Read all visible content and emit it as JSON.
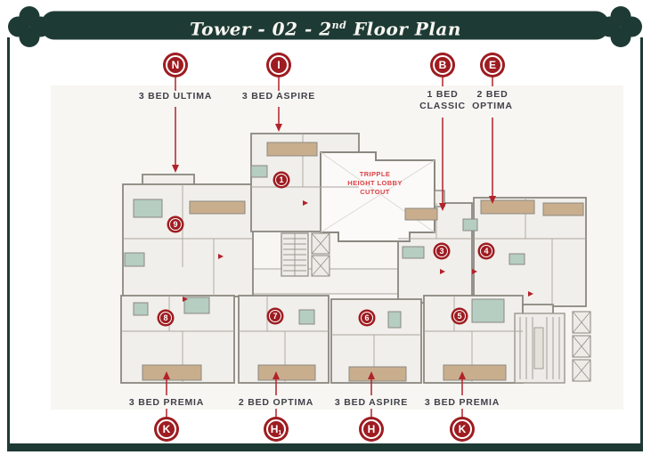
{
  "title": {
    "part1": "Tower - 02 - 2",
    "sup": "nd",
    "part2": " Floor Plan"
  },
  "colors": {
    "frame_teal": "#1e3a35",
    "badge_red": "#9e1c21",
    "arrow_red": "#b2222a",
    "label_text": "#404049",
    "lobby_text_red": "#dd4149",
    "balcony_tan": "#c9ae8e",
    "bath_teal": "#b6cdc2"
  },
  "callouts": {
    "top": [
      {
        "badge": "N",
        "line1": "3 BED ULTIMA",
        "line2": ""
      },
      {
        "badge": "I",
        "line1": "3 BED ASPIRE",
        "line2": ""
      },
      {
        "badge": "B",
        "line1": "1 BED",
        "line2": "CLASSIC"
      },
      {
        "badge": "E",
        "line1": "2 BED",
        "line2": "OPTIMA"
      }
    ],
    "bottom": [
      {
        "badge": "K",
        "badge_sub": "",
        "label": "3 BED PREMIA"
      },
      {
        "badge": "H",
        "badge_sub": "1",
        "label": "2 BED OPTIMA"
      },
      {
        "badge": "H",
        "badge_sub": "",
        "label": "3 BED ASPIRE"
      },
      {
        "badge": "K",
        "badge_sub": "",
        "label": "3 BED PREMIA"
      }
    ]
  },
  "plan": {
    "lobby": {
      "line1": "TRIPPLE",
      "line2": "HEIGHT LOBBY",
      "line3": "CUTOUT"
    },
    "units": [
      {
        "num": "9"
      },
      {
        "num": "1"
      },
      {
        "num": "3"
      },
      {
        "num": "4"
      },
      {
        "num": "8"
      },
      {
        "num": "7"
      },
      {
        "num": "6"
      },
      {
        "num": "5"
      }
    ]
  }
}
